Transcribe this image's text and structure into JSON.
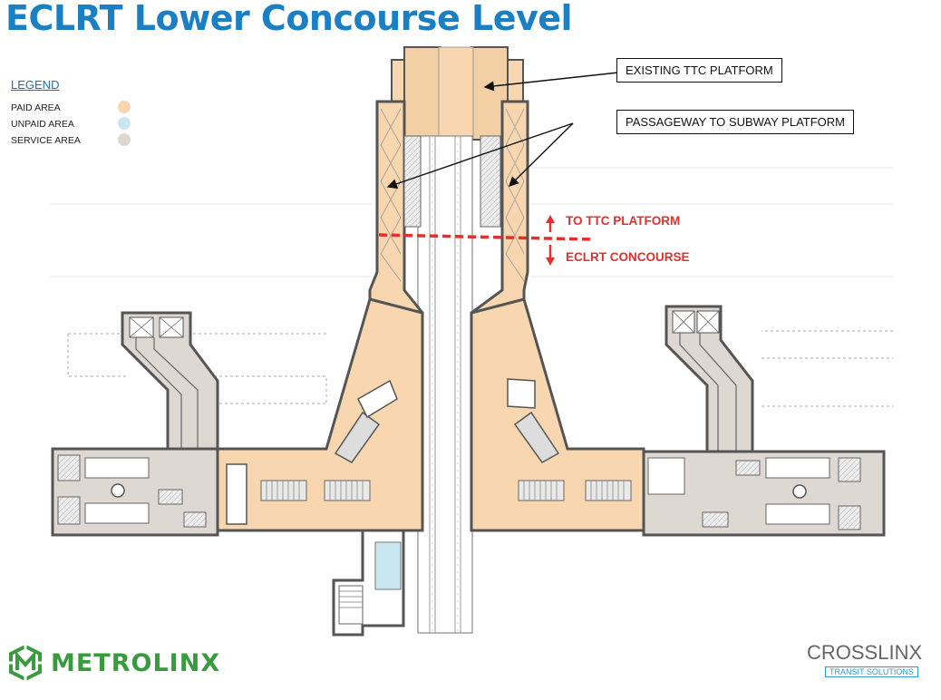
{
  "title": "ECLRT Lower Concourse Level",
  "legend": {
    "heading": "LEGEND",
    "items": [
      {
        "label": "PAID AREA",
        "color": "#f8d7b0"
      },
      {
        "label": "UNPAID AREA",
        "color": "#c8e6f0"
      },
      {
        "label": "SERVICE AREA",
        "color": "#ddd8d2"
      }
    ]
  },
  "callouts": {
    "existing_platform": "EXISTING TTC PLATFORM",
    "passageway": "PASSAGEWAY TO SUBWAY PLATFORM"
  },
  "direction": {
    "up": "TO TTC PLATFORM",
    "down": "ECLRT CONCOURSE"
  },
  "logos": {
    "metrolinx": "METROLINX",
    "crosslinx": "CROSSLINX",
    "crosslinx_sub": "TRANSIT SOLUTIONS"
  },
  "colors": {
    "title": "#1b7fc4",
    "paid": "#f8d7b0",
    "unpaid": "#c8e6f0",
    "service": "#ddd8d2",
    "wall": "#555555",
    "red_line": "#e0322d",
    "metrolinx_green": "#3a9a3e"
  }
}
